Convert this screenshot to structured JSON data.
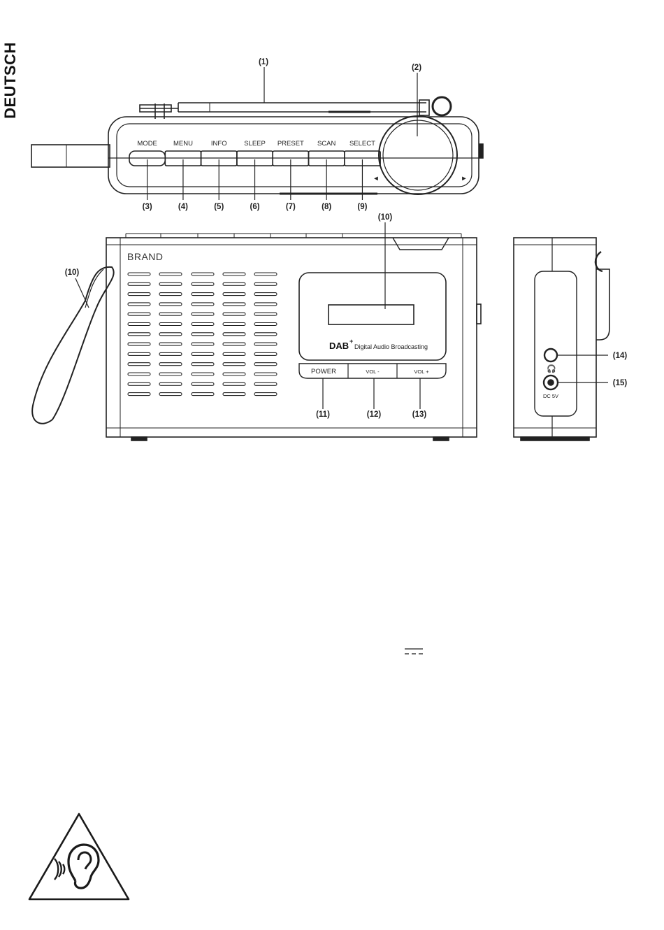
{
  "language_tab": "DEUTSCH",
  "top_view": {
    "buttons": [
      "MODE",
      "MENU",
      "INFO",
      "SLEEP",
      "PRESET",
      "SCAN",
      "SELECT"
    ],
    "button_callouts": [
      "(3)",
      "(4)",
      "(5)",
      "(6)",
      "(7)",
      "(8)",
      "(9)"
    ],
    "antenna_callout": "(1)",
    "knob_callout": "(2)",
    "knob_left_arrow": "◄",
    "knob_right_arrow": "►"
  },
  "front_view": {
    "brand": "BRAND",
    "display_callout": "(10)",
    "strap_callout": "(10)",
    "dab_logo": "DAB",
    "dab_plus": "+",
    "dab_caption": "Digital Audio Broadcasting",
    "buttons": [
      "POWER",
      "VOL -",
      "VOL +"
    ],
    "button_callouts": [
      "(11)",
      "(12)",
      "(13)"
    ]
  },
  "side_view": {
    "dc_label": "DC 5V",
    "headphone_callout": "(14)",
    "dc_callout": "(15)"
  },
  "icons": {
    "dc_symbol": "dc-current-icon",
    "warning": "hearing-warning-icon"
  }
}
